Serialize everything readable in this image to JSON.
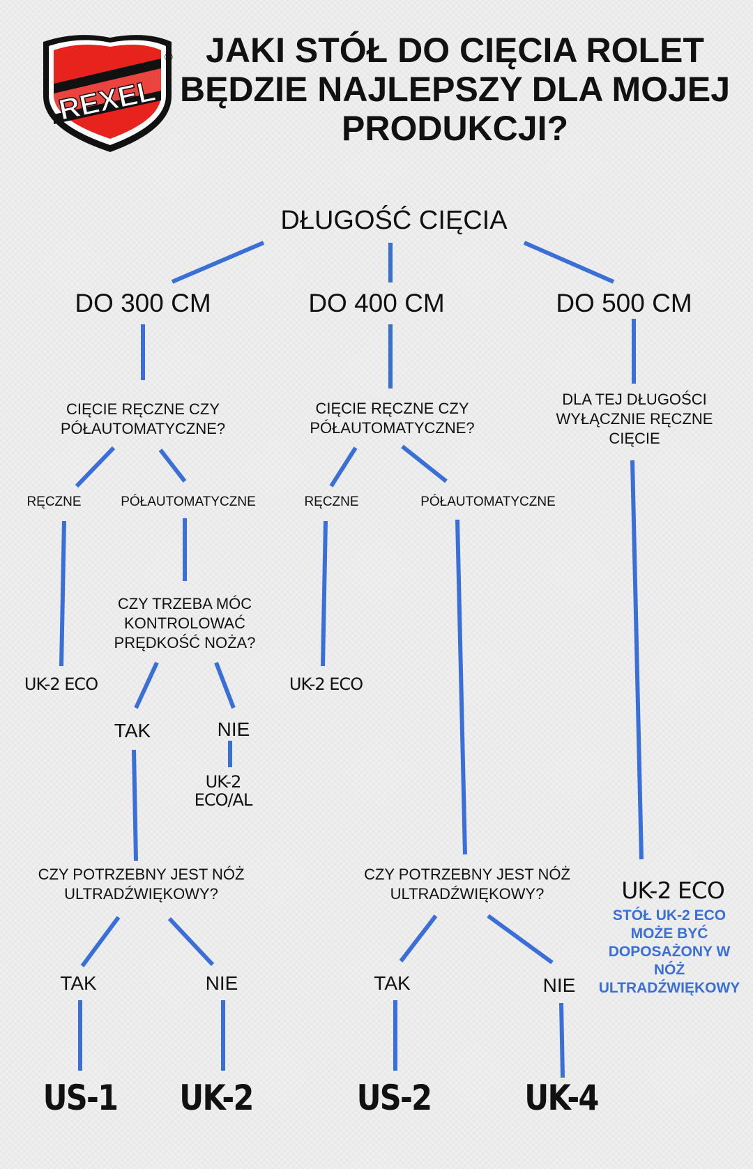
{
  "logo": {
    "brand": "REXEL",
    "mark": "®",
    "colors": {
      "red": "#e8231d",
      "black": "#111111",
      "white": "#ffffff"
    }
  },
  "title": [
    "JAKI STÓŁ DO CIĘCIA ROLET",
    "BĘDZIE NAJLEPSZY DLA MOJEJ",
    "PRODUKCJI?"
  ],
  "root": "DŁUGOŚĆ CIĘCIA",
  "lengths": [
    "DO 300 CM",
    "DO 400 CM",
    "DO 500 CM"
  ],
  "col1": {
    "question": [
      "CIĘCIE RĘCZNE CZY",
      "PÓŁAUTOMATYCZNE?"
    ],
    "manual": "RĘCZNE",
    "semi": "PÓŁAUTOMATYCZNE",
    "manual_result": "UK-2 ECO",
    "speed_question": [
      "CZY TRZEBA MÓC",
      "KONTROLOWAĆ",
      "PRĘDKOŚĆ NOŻA?"
    ],
    "yes": "TAK",
    "no": "NIE",
    "no_result": [
      "UK-2",
      "ECO/AL"
    ],
    "ultra_question": [
      "CZY POTRZEBNY JEST NÓŻ",
      "ULTRADŹWIĘKOWY?"
    ],
    "ultra_yes": "TAK",
    "ultra_no": "NIE",
    "result_yes": "US-1",
    "result_no": "UK-2"
  },
  "col2": {
    "question": [
      "CIĘCIE RĘCZNE CZY",
      "PÓŁAUTOMATYCZNE?"
    ],
    "manual": "RĘCZNE",
    "semi": "PÓŁAUTOMATYCZNE",
    "manual_result": "UK-2 ECO",
    "ultra_question": [
      "CZY POTRZEBNY JEST NÓŻ",
      "ULTRADŹWIĘKOWY?"
    ],
    "ultra_yes": "TAK",
    "ultra_no": "NIE",
    "result_yes": "US-2",
    "result_no": "UK-4"
  },
  "col3": {
    "note": [
      "DLA TEJ DŁUGOŚCI",
      "WYŁĄCZNIE RĘCZNE",
      "CIĘCIE"
    ],
    "result": "UK-2 ECO",
    "remark": [
      "STÓŁ UK-2 ECO",
      "MOŻE BYĆ",
      "DOPOSAŻONY W",
      "NÓŻ",
      "ULTRADŹWIĘKOWY"
    ]
  },
  "colors": {
    "connector": "#3a6fd8",
    "text": "#111111",
    "background": "#efefef",
    "remark": "#3a6fd8"
  }
}
